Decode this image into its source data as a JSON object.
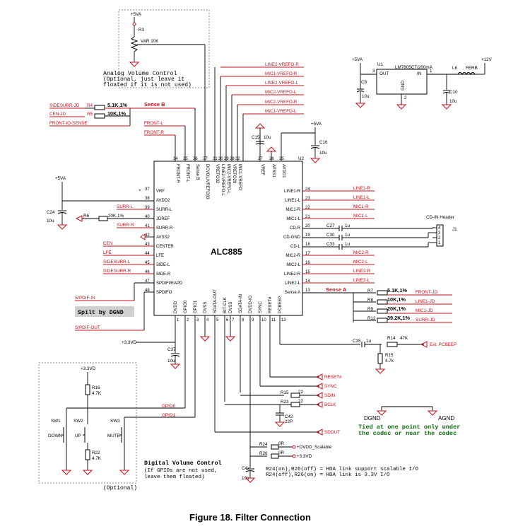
{
  "figure": {
    "caption": "Figure 18.    Filter Connection"
  },
  "chip": {
    "name": "ALC885",
    "ref": "U2",
    "top_pins": [
      {
        "num": "34",
        "name": "FRONT-R"
      },
      {
        "num": "35",
        "name": "FRONT-L"
      },
      {
        "num": "36",
        "name": "Sense B"
      },
      {
        "num": "37",
        "name": "DCVOL/VREFO33"
      },
      {
        "num": "31",
        "name": "VREFO32"
      },
      {
        "num": "30",
        "name": "LINE2-VREFO-L"
      },
      {
        "num": "29",
        "name": "MIC2-VREFO-L"
      },
      {
        "num": "28",
        "name": "VREFO29"
      },
      {
        "num": "32",
        "name": "MIC1-VREFO"
      },
      {
        "num": "27",
        "name": "VREF"
      },
      {
        "num": "26",
        "name": "AVSS1"
      },
      {
        "num": "25",
        "name": "AVDD1"
      }
    ],
    "left_pins": [
      {
        "num": "37",
        "name": "VRF"
      },
      {
        "num": "38",
        "name": "AVDD2"
      },
      {
        "num": "39",
        "name": "SURR-L"
      },
      {
        "num": "40",
        "name": "JDREF"
      },
      {
        "num": "41",
        "name": "SURR-R"
      },
      {
        "num": "42",
        "name": "AVSS2"
      },
      {
        "num": "43",
        "name": "CENTER"
      },
      {
        "num": "44",
        "name": "LFE"
      },
      {
        "num": "45",
        "name": "SIDE-L"
      },
      {
        "num": "46",
        "name": "SIDE-R"
      },
      {
        "num": "47",
        "name": "SPDIFI/EAPD"
      },
      {
        "num": "48",
        "name": "SPDIFO"
      }
    ],
    "right_pins": [
      {
        "num": "24",
        "name": "LINE1-R"
      },
      {
        "num": "23",
        "name": "LINE1-L"
      },
      {
        "num": "22",
        "name": "MIC1-R"
      },
      {
        "num": "21",
        "name": "MIC1-L"
      },
      {
        "num": "20",
        "name": "CD-R"
      },
      {
        "num": "19",
        "name": "CD-GND"
      },
      {
        "num": "18",
        "name": "CD-L"
      },
      {
        "num": "17",
        "name": "MIC2-R"
      },
      {
        "num": "16",
        "name": "MIC2-L"
      },
      {
        "num": "15",
        "name": "LINE2-R"
      },
      {
        "num": "14",
        "name": "LINE2-L"
      },
      {
        "num": "13",
        "name": "Sense A"
      }
    ],
    "bottom_pins": [
      {
        "num": "1",
        "name": "DVDD"
      },
      {
        "num": "2",
        "name": "GPIO0"
      },
      {
        "num": "3",
        "name": "GPIO1"
      },
      {
        "num": "4",
        "name": "DVSS"
      },
      {
        "num": "5",
        "name": "SDATA-OUT"
      },
      {
        "num": "6",
        "name": "BIT-CLK"
      },
      {
        "num": "7",
        "name": "DVSS"
      },
      {
        "num": "8",
        "name": "SDATA-IN"
      },
      {
        "num": "9",
        "name": "DVDD-IO"
      },
      {
        "num": "10",
        "name": "SYNC"
      },
      {
        "num": "11",
        "name": "RESET#"
      },
      {
        "num": "12",
        "name": "PCBEEP"
      }
    ]
  },
  "net_labels_top": [
    "LINE2-VREFO-R",
    "MIC1-VREFO-R",
    "LINE2-VREFO-L",
    "MIC2-VREFO-L",
    "MIC2-VREFO-R",
    "MIC1-VREFO-L"
  ],
  "net_labels_right": [
    "LINE1-R",
    "LINE1-L",
    "MIC1-R",
    "MIC1-L",
    "MIC2-R",
    "MIC2-L",
    "LINE2-R",
    "LINE2-L"
  ],
  "net_labels_left": [
    "SURR-L",
    "SURR-R",
    "CEN",
    "LFE",
    "SIDESURR-L",
    "SIDESURR-R"
  ],
  "front_labels": [
    "FRONT-L",
    "FRONT-R"
  ],
  "sense": {
    "b_label": "Sense B",
    "a_label": "Sense A",
    "b_resistors": [
      {
        "ref": "R4",
        "value": "5.1K,1%",
        "net": "SIDESURR-JD"
      },
      {
        "ref": "R5",
        "value": "10K,1%",
        "net": "CEN-JD"
      }
    ],
    "b_extra_net": "FRONT-IO-SENSE",
    "a_resistors": [
      {
        "ref": "R7",
        "value": "5.1K,1%",
        "net": "FRONT-JD"
      },
      {
        "ref": "R8",
        "value": "10K,1%",
        "net": "LINE1-JD"
      },
      {
        "ref": "R9",
        "value": "20K,1%",
        "net": "MIC1-JD"
      },
      {
        "ref": "R12",
        "value": "39.2K,1%",
        "net": "SURR-JD"
      }
    ]
  },
  "volume": {
    "supply": "+5VA",
    "ref": "R3",
    "value": "VAR 10K",
    "title": "Analog Volume Control",
    "note": "(Optional, just leave it floated if it is not used)"
  },
  "regulator": {
    "ref": "U1",
    "part": "LM7805CT/200mA",
    "out_supply": "+5VA",
    "in_supply": "+12V",
    "pin_out": "OUT",
    "pin_in": "IN",
    "pin_gnd": "GND",
    "pin_nums": [
      "3",
      "1",
      "2"
    ],
    "cap_out": {
      "ref": "C9",
      "value": "10u"
    },
    "cap_in": {
      "ref": "C10",
      "value": "10u"
    },
    "inductor": {
      "ref": "L6",
      "value": "FERB"
    }
  },
  "caps": {
    "c15": {
      "ref": "C15",
      "value": "10u"
    },
    "c16": {
      "ref": "C16",
      "value": "10u",
      "supply": "+5VA"
    },
    "c24": {
      "ref": "C24",
      "value": "10u",
      "supply": "+5VA"
    },
    "c27": {
      "ref": "C27",
      "value": "1u"
    },
    "c30": {
      "ref": "C30",
      "value": "1u"
    },
    "c33": {
      "ref": "C33",
      "value": "1u"
    },
    "c37": {
      "ref": "C37",
      "value": "10u",
      "supply": "+3.3VD"
    },
    "c35": {
      "ref": "C35",
      "value": "1u"
    },
    "c42": {
      "ref": "C42",
      "value": "22P"
    },
    "c4x": {
      "ref": "C4x",
      "value": "10u"
    }
  },
  "jdref": {
    "ref": "R6",
    "value": "20K,1%"
  },
  "cd_header": {
    "title": "CD-IN Header",
    "ref": "J1",
    "pins": [
      "4",
      "3",
      "2",
      "1"
    ]
  },
  "pcbeep": {
    "ref": "R14",
    "value": "47K",
    "net": "Ext. PCBEEP",
    "r2_ref": "R15",
    "r2_value": "4.7k"
  },
  "spdif": {
    "in_net": "S/PDIF-IN",
    "out_net": "S/PDIF-OUT",
    "note": "Spilt by DGND"
  },
  "digital_nets": {
    "reset": "RESET#",
    "sync": "SYNC",
    "sdin": "SDIN",
    "bclk": "BCLK",
    "sdout": "SDOUT",
    "r15_ref": "R15",
    "r15_value": "22",
    "r23_ref": "R23",
    "r23_value": "22",
    "r24_ref": "R24",
    "r24_value": "0R",
    "r26_ref": "R26",
    "r26_value": "0R",
    "dvdd_scalable": "+DVDD_Scalable",
    "v33": "+3.3VD"
  },
  "hda_notes": [
    "R24(on),R26(off) = HDA link support scalable I/O",
    "R24(off),R26(on) = HDA link is 3.3V I/O"
  ],
  "ground_note": {
    "dgnd": "DGND",
    "agnd": "AGND",
    "text_line1": "Tied at one point only under",
    "text_line2": "the codec or near the codec"
  },
  "digital_volume": {
    "supply": "+3.3VD",
    "title": "Digital Volume Control",
    "note_line1": "(If GPIOs are not used,",
    "note_line2": "leave them floated)",
    "optional": "(Optional)",
    "r16": {
      "ref": "R16",
      "value": "4.7K"
    },
    "r22": {
      "ref": "R22",
      "value": "4.7K"
    },
    "gpio0": "GPIO0",
    "gpio1": "GPIO1",
    "switches": [
      {
        "ref": "SW1",
        "label": "DOWN"
      },
      {
        "ref": "SW2",
        "label": "UP"
      },
      {
        "ref": "SW3",
        "label": "MUTE"
      }
    ]
  },
  "v33_left": "+3.3VD",
  "colors": {
    "net_red": "#c0141c",
    "wire": "#000000",
    "note_green": "#0a6a0a",
    "spdif_box": "#d0d0d0"
  }
}
